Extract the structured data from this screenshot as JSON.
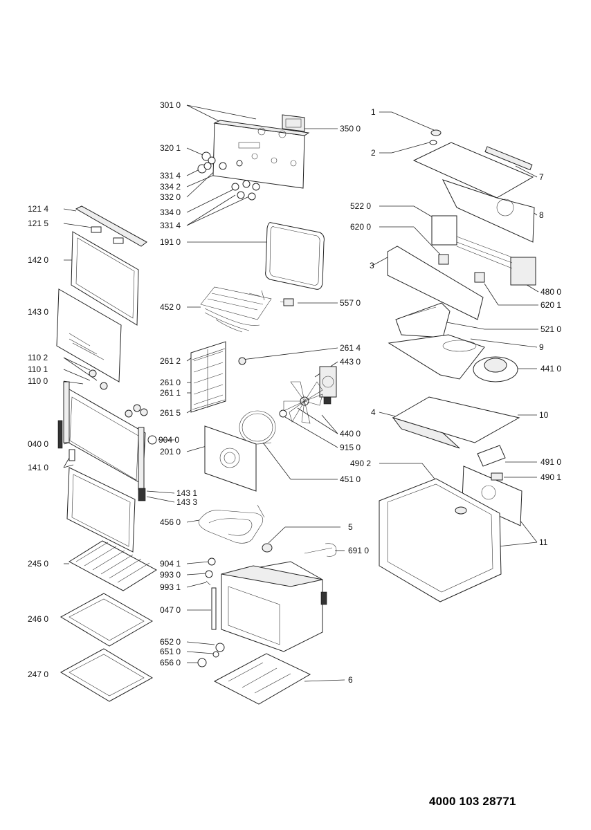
{
  "document_number": "4000 103 28771",
  "labels": {
    "p3010": "301 0",
    "p3500": "350 0",
    "p3201": "320 1",
    "p3314a": "331 4",
    "p3342": "334 2",
    "p3320": "332 0",
    "p3340": "334 0",
    "p3314b": "331 4",
    "p1910": "191 0",
    "p4520": "452 0",
    "p5570": "557 0",
    "p2612": "261 2",
    "p2614": "261 4",
    "p4430": "443 0",
    "p2610": "261 0",
    "p2611": "261 1",
    "p2615": "261 5",
    "p4400": "440 0",
    "p9150": "915 0",
    "p2010": "201 0",
    "p4510": "451 0",
    "p4560": "456 0",
    "p1214": "121 4",
    "p1215": "121 5",
    "p1420": "142 0",
    "p1430": "143 0",
    "p1102": "110 2",
    "p1101": "110 1",
    "p1100": "110 0",
    "p0400": "040 0",
    "p1410": "141 0",
    "p9040": "904 0",
    "p1431": "143 1",
    "p1433": "143 3",
    "p2450": "245 0",
    "p2460": "246 0",
    "p2470": "247 0",
    "p9041": "904 1",
    "p9930": "993 0",
    "p9931": "993 1",
    "p0470": "047 0",
    "p6520": "652 0",
    "p6510": "651 0",
    "p6560": "656 0",
    "p6910": "691 0",
    "p5": "5",
    "p6": "6",
    "p1": "1",
    "p2": "2",
    "p7": "7",
    "p8": "8",
    "p5220": "522 0",
    "p6200": "620 0",
    "p3": "3",
    "p4800": "480 0",
    "p6201": "620 1",
    "p5210": "521 0",
    "p9": "9",
    "p4410": "441 0",
    "p4": "4",
    "p10": "10",
    "p4910": "491 0",
    "p4902": "490 2",
    "p4901": "490 1",
    "p11": "11"
  }
}
